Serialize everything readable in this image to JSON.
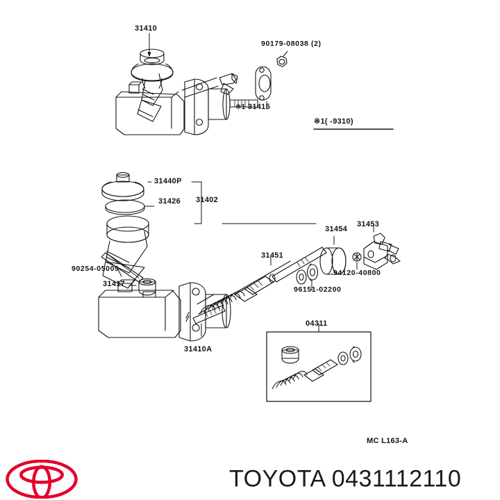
{
  "document": {
    "type": "automotive-parts-diagram",
    "diagram_code": "MC  L163-A",
    "background_color": "#ffffff",
    "line_color": "#111111"
  },
  "groups": {
    "upper_assembly": {
      "note_label": "※1(        -9310)",
      "callouts": [
        {
          "id": "c-31410",
          "text": "31410"
        },
        {
          "id": "c-90179",
          "text": "90179-08038  (2)"
        },
        {
          "id": "c-31415",
          "text": "31415",
          "prefix": "※1"
        }
      ]
    },
    "lower_assembly": {
      "callouts": [
        {
          "id": "c-31440P",
          "text": "31440P"
        },
        {
          "id": "c-31426",
          "text": "31426"
        },
        {
          "id": "c-31402",
          "text": "31402"
        },
        {
          "id": "c-90254",
          "text": "90254-05009"
        },
        {
          "id": "c-31417",
          "text": "31417"
        },
        {
          "id": "c-31410A",
          "text": "31410A"
        },
        {
          "id": "c-31451",
          "text": "31451"
        },
        {
          "id": "c-96151",
          "text": "96151-02200"
        },
        {
          "id": "c-31454",
          "text": "31454"
        },
        {
          "id": "c-31453",
          "text": "31453"
        },
        {
          "id": "c-94120",
          "text": "94120-40800"
        }
      ]
    },
    "repair_kit_box": {
      "callout": "04311"
    }
  },
  "watermark": {
    "brand_text": "TOYOTA 0431112110",
    "logo_name": "toyota-logo",
    "logo_color": "#e4002b"
  }
}
